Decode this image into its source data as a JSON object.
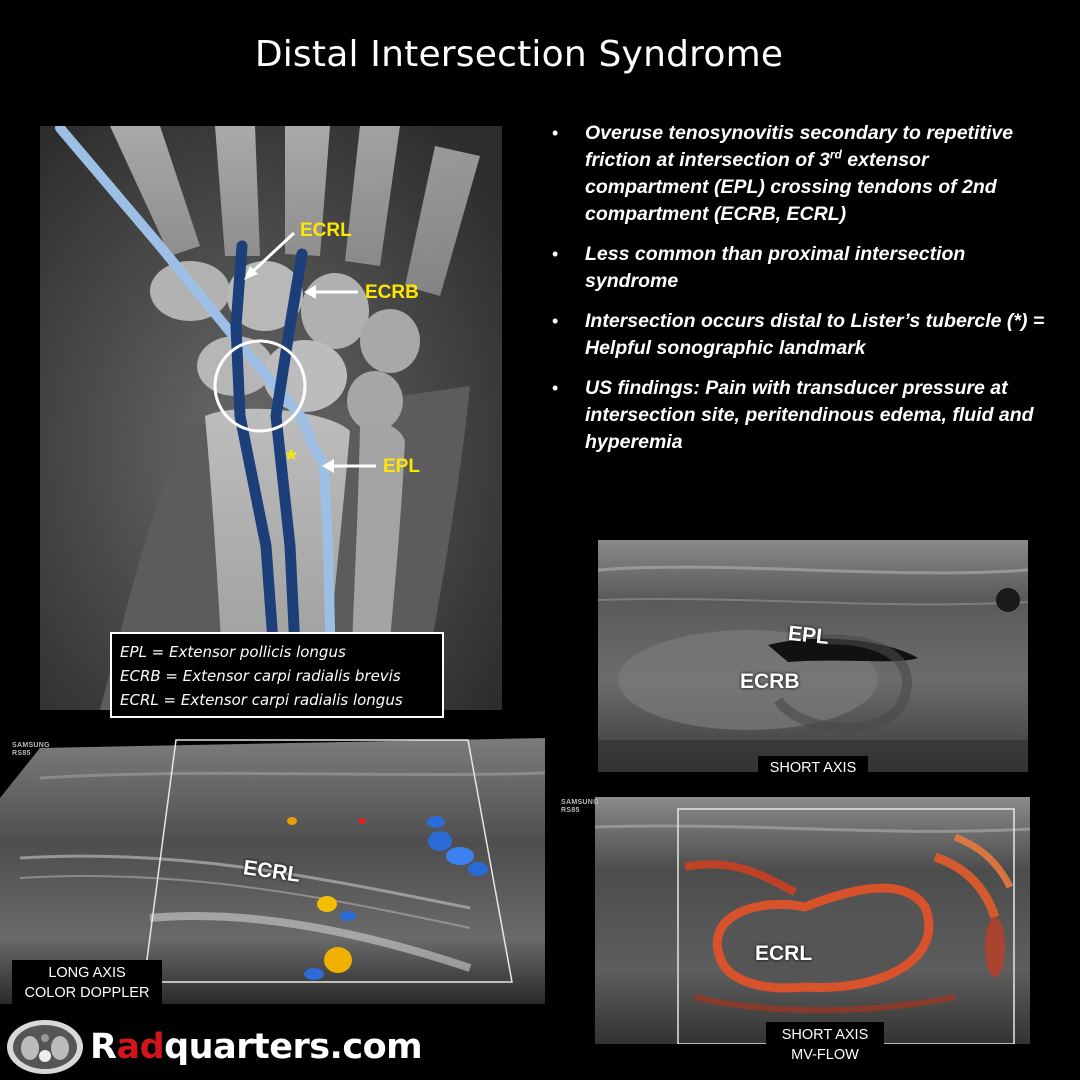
{
  "title": "Distal Intersection Syndrome",
  "xray": {
    "labels": {
      "ecrl": "ECRL",
      "ecrb": "ECRB",
      "epl": "EPL",
      "lister": "*"
    },
    "legend": [
      "EPL = Extensor pollicis longus",
      "ECRB = Extensor carpi radialis brevis",
      "ECRL = Extensor carpi radialis longus"
    ],
    "colors": {
      "epl_tendon": "#9dbfe6",
      "ecr_tendons": "#1c3f7a",
      "label": "#ffe600"
    }
  },
  "bullets": [
    {
      "pre": "Overuse tenosynovitis secondary to repetitive friction at intersection of 3",
      "sup": "rd",
      "post": " extensor compartment (EPL) crossing tendons of 2nd compartment (ECRB, ECRL)"
    },
    {
      "pre": "Less common than proximal intersection syndrome",
      "sup": "",
      "post": ""
    },
    {
      "pre": "Intersection occurs distal to Lister’s tubercle (*) = Helpful sonographic landmark",
      "sup": "",
      "post": ""
    },
    {
      "pre": "US findings: Pain with transducer pressure at intersection site, peritendinous edema, fluid and hyperemia",
      "sup": "",
      "post": ""
    }
  ],
  "bullet_symbol": "•",
  "ultrasound": {
    "short_axis": {
      "labels": {
        "epl": "EPL",
        "ecrb": "ECRB"
      },
      "caption": "SHORT AXIS"
    },
    "long_axis": {
      "label": "ECRL",
      "caption_line1": "LONG AXIS",
      "caption_line2": "COLOR DOPPLER",
      "machine_line1": "SAMSUNG",
      "machine_line2": "RS85"
    },
    "mv_flow": {
      "label": "ECRL",
      "caption_line1": "SHORT AXIS",
      "caption_line2": "MV-FLOW",
      "machine_line1": "SAMSUNG",
      "machine_line2": "RS85"
    }
  },
  "logo": {
    "r": "R",
    "ad": "ad",
    "rest": "quarters.com"
  }
}
